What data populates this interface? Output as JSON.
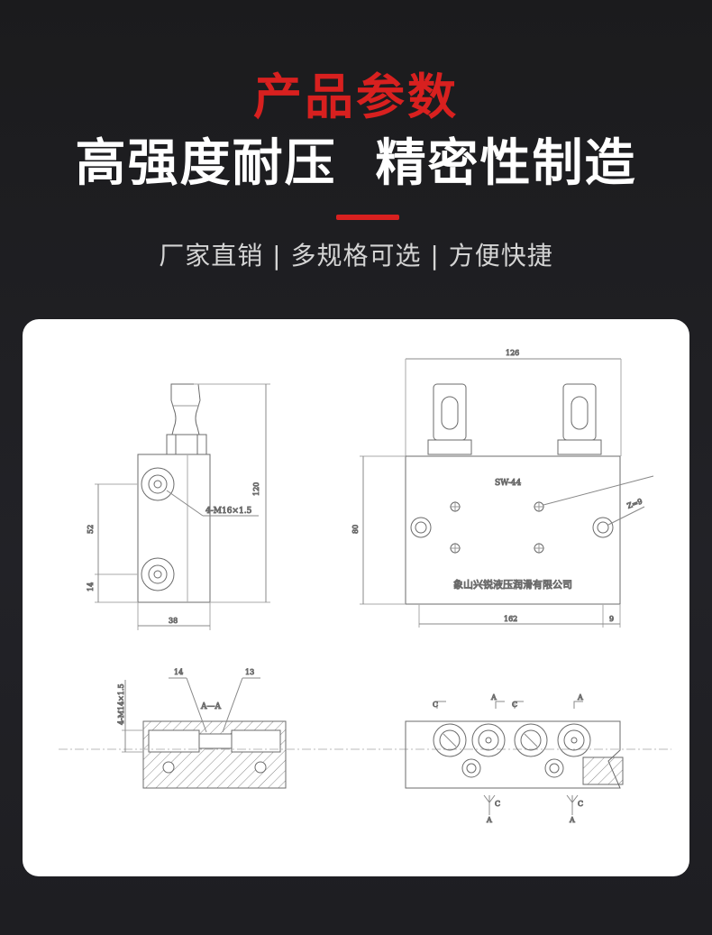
{
  "header": {
    "title_red": "产品参数",
    "title_white": "高强度耐压  精密性制造",
    "subtitle": "厂家直销 | 多规格可选 | 方便快捷"
  },
  "drawing": {
    "side_view": {
      "dim_height": "120",
      "dim_52": "52",
      "dim_14": "14",
      "dim_width": "38",
      "thread_label": "4-M16×1.5"
    },
    "front_view": {
      "dim_top": "126",
      "dim_height": "80",
      "dim_bottom": "162",
      "dim_right": "9",
      "model_label": "SW-44",
      "side_mark": "Z=9",
      "company_label": "象山兴锐液压润滑有限公司"
    },
    "section_view": {
      "callout_14": "14",
      "callout_13": "13",
      "section_label": "A—A",
      "thread_label": "4-M14×1.5"
    },
    "bottom_view": {
      "mark_c": "C",
      "mark_a": "A"
    }
  },
  "colors": {
    "accent_red": "#d8201f",
    "background": "#1e1e22",
    "card": "#ffffff",
    "line": "#6b6b6b"
  }
}
